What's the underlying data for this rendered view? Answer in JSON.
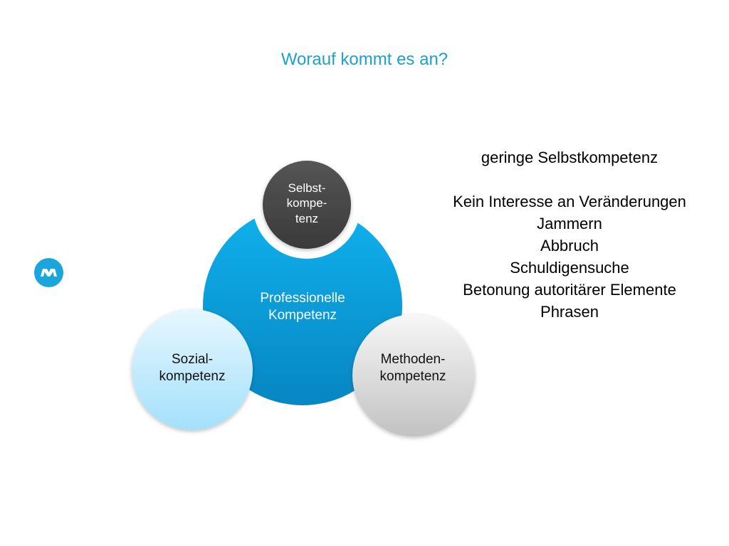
{
  "slide": {
    "title": "Worauf kommt es an?"
  },
  "diagram": {
    "center": "Professionelle\nKompetenz",
    "top": "Selbst-\nkompe-\ntenz",
    "left": "Sozial-\nkompetenz",
    "right": "Methoden-\nkompetenz"
  },
  "notes": {
    "heading": "geringe Selbstkompetenz",
    "items": [
      "Kein Interesse an Veränderungen",
      "Jammern",
      "Abbruch",
      "Schuldigensuche",
      "Betonung autoritärer Elemente",
      "Phrasen"
    ]
  },
  "colors": {
    "title": "#1ea0cf",
    "center": "#0aa3e0",
    "top": "#444444",
    "left": "#bde9fb",
    "right": "#dcdcdc",
    "logo": "#1aa6dd"
  }
}
